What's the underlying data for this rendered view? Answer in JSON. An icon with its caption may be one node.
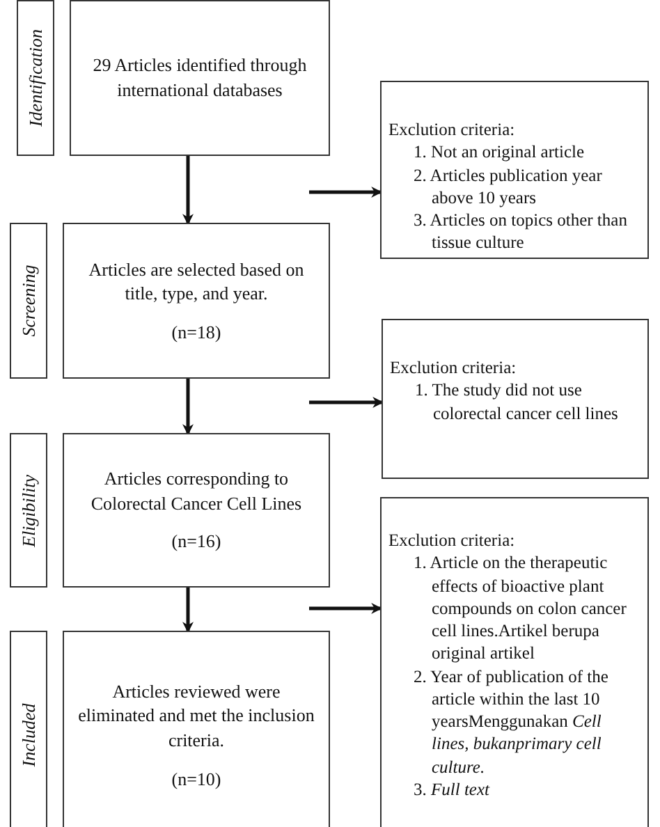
{
  "diagram": {
    "nodes": [
      {
        "text": [
          "Identification"
        ]
      },
      {
        "text": [
          "29 Articles identified through international databases"
        ]
      },
      {
        "text": [
          "Exclution criteria:",
          "1. Not an original article",
          "2. Articles publication year above 10 years",
          "3. Articles on topics other than tissue culture"
        ]
      },
      {
        "text": [
          "Screening"
        ]
      },
      {
        "text": [
          "Articles are selected based on title, type, and year.",
          "(n=18)"
        ]
      },
      {
        "text": [
          "Exclution criteria:",
          "1. The study did not use colorectal cancer cell lines"
        ]
      },
      {
        "text": [
          "Eligibility"
        ]
      },
      {
        "text": [
          "Articles corresponding to Colorectal Cancer Cell Lines",
          "(n=16)"
        ]
      },
      {
        "text": [
          "Exclution criteria:",
          "1. Article on the therapeutic effects of bioactive plant compounds on colon cancer cell lines.Artikel berupa original artikel",
          "2. Year of publication of the article within the last 10 yearsMenggunakan *Cell lines, bukanprimary cell culture.*",
          "3. *Full text*"
        ]
      },
      {
        "text": [
          "Included"
        ]
      },
      {
        "text": [
          "Articles reviewed were eliminated and met the inclusion criteria.",
          "(n=10)"
        ]
      }
    ],
    "edges": [
      {
        "from": 1,
        "to": 4,
        "arrow": "to"
      },
      {
        "from": 4,
        "to": 7,
        "arrow": "to"
      },
      {
        "from": 7,
        "to": 10,
        "arrow": "to"
      },
      {
        "from": null,
        "to": 2,
        "arrow": "to"
      },
      {
        "from": null,
        "to": 5,
        "arrow": "to"
      },
      {
        "from": null,
        "to": 8,
        "arrow": "to"
      }
    ]
  }
}
